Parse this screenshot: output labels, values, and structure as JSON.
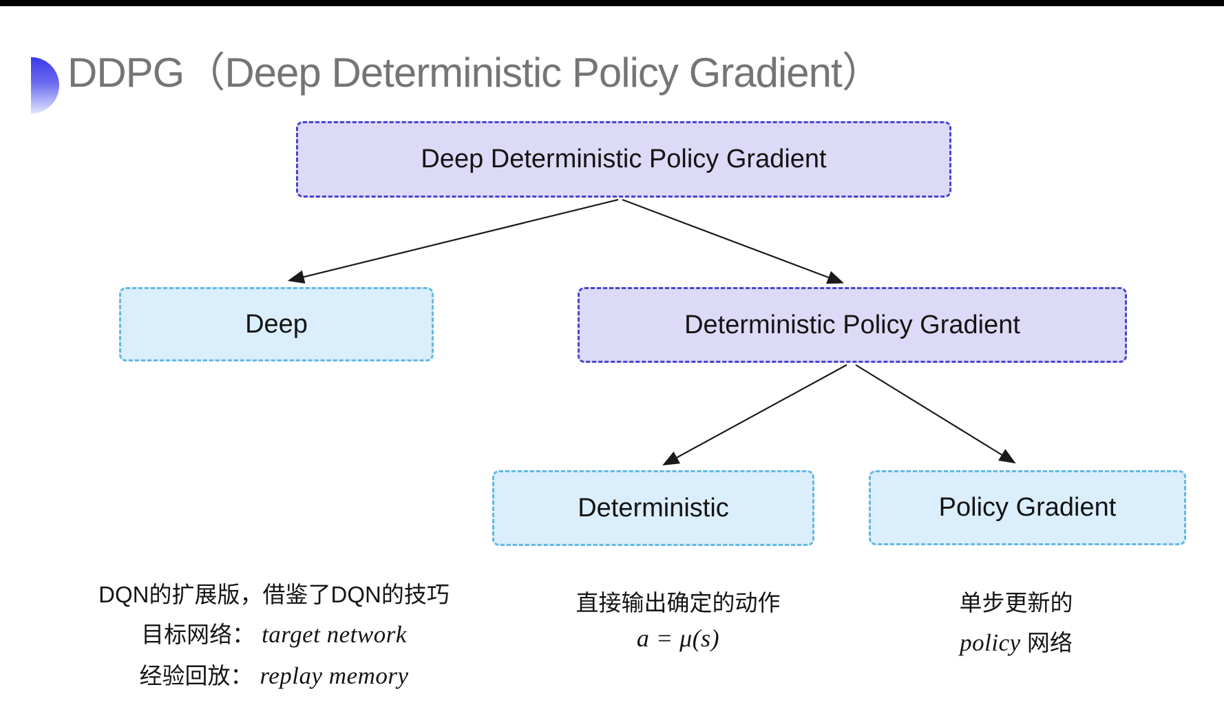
{
  "slide": {
    "title": "DDPG（Deep Deterministic Policy Gradient）"
  },
  "colors": {
    "purple_fill": "#dcdaf6",
    "purple_border": "#4744d0",
    "cyan_fill": "#daeefb",
    "cyan_border": "#63b7e3",
    "title_gray": "#757575",
    "bullet_blue": "#3a3ae9",
    "arrow_black": "#1a1a1a"
  },
  "diagram": {
    "nodes": [
      {
        "id": "ddpg",
        "label": "Deep Deterministic Policy Gradient",
        "style": "purple"
      },
      {
        "id": "deep",
        "label": "Deep",
        "style": "cyan"
      },
      {
        "id": "dpg",
        "label": "Deterministic Policy Gradient",
        "style": "purple"
      },
      {
        "id": "deterministic",
        "label": "Deterministic",
        "style": "cyan"
      },
      {
        "id": "policy-gradient",
        "label": "Policy Gradient",
        "style": "cyan"
      }
    ],
    "edges": [
      {
        "from": "ddpg",
        "to": "deep"
      },
      {
        "from": "ddpg",
        "to": "dpg"
      },
      {
        "from": "dpg",
        "to": "deterministic"
      },
      {
        "from": "dpg",
        "to": "policy-gradient"
      }
    ]
  },
  "annotations": {
    "deep_note": {
      "line1": "DQN的扩展版，借鉴了DQN的技巧",
      "line2_label": "目标网络：",
      "line2_term": "target network",
      "line3_label": "经验回放：",
      "line3_term": "replay memory"
    },
    "deterministic_note": {
      "line1": "直接输出确定的动作",
      "formula": "a = μ(s)"
    },
    "policy_gradient_note": {
      "line1": "单步更新的",
      "term": "policy",
      "suffix": " 网络"
    }
  }
}
